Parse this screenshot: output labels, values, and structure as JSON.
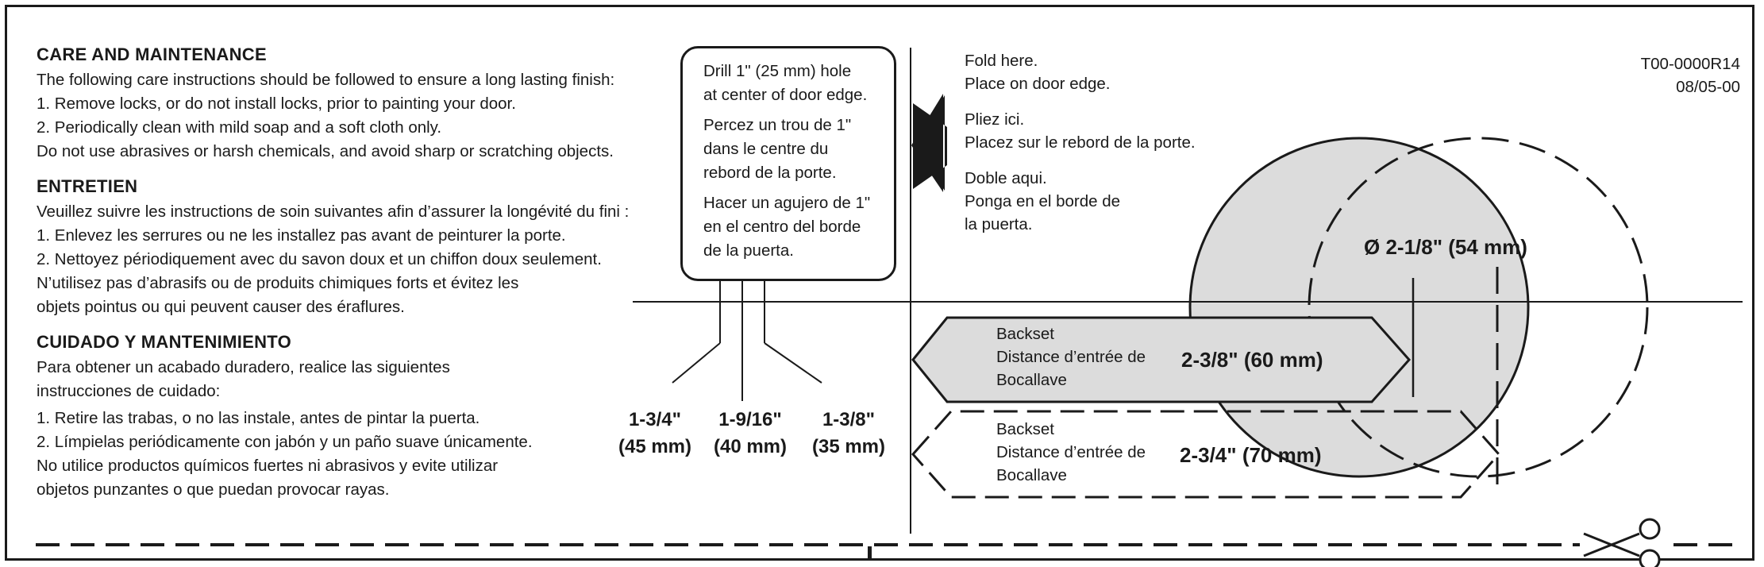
{
  "care": {
    "en_heading": "CARE AND MAINTENANCE",
    "en_lines": [
      "The following care instructions should be followed to ensure a long lasting finish:",
      "1. Remove locks, or do not install locks, prior to painting your door.",
      "2. Periodically clean with mild soap and a soft cloth only.",
      "Do not use abrasives or harsh chemicals, and avoid sharp or scratching objects."
    ],
    "fr_heading": "ENTRETIEN",
    "fr_lines": [
      "Veuillez suivre les instructions de soin suivantes afin d’assurer la longévité du fini :",
      "1. Enlevez les serrures ou ne les installez pas avant de peinturer la porte.",
      "2. Nettoyez périodiquement avec du savon doux et un chiffon doux seulement.",
      "N’utilisez pas d’abrasifs ou de produits chimiques forts et évitez les",
      "objets pointus ou qui peuvent causer des éraflures."
    ],
    "es_heading": "CUIDADO Y MANTENIMIENTO",
    "es_lines": [
      "Para obtener un acabado duradero, realice las siguientes",
      "instrucciones de cuidado:",
      "1. Retire las trabas, o no las instale, antes de pintar la puerta.",
      "2. Límpielas periódicamente con jabón y un paño suave únicamente.",
      "No utilice productos químicos fuertes ni abrasivos y evite utilizar",
      "objetos punzantes o que puedan provocar rayas."
    ]
  },
  "drill": {
    "en": [
      "Drill 1\" (25 mm) hole",
      "at center of door edge."
    ],
    "fr": [
      "Percez un trou de 1\"",
      "dans le centre du",
      "rebord de la porte."
    ],
    "es": [
      "Hacer un agujero de 1\"",
      "en el centro del borde",
      "de la puerta."
    ]
  },
  "door_thickness": [
    {
      "imperial": "1-3/4\"",
      "metric": "(45 mm)"
    },
    {
      "imperial": "1-9/16\"",
      "metric": "(40 mm)"
    },
    {
      "imperial": "1-3/8\"",
      "metric": "(35 mm)"
    }
  ],
  "fold": {
    "en": [
      "Fold here.",
      "Place on door edge."
    ],
    "fr": [
      "Pliez ici.",
      "Placez sur le rebord de la porte."
    ],
    "es": [
      "Doble aqui.",
      "Ponga en el borde de",
      "la puerta."
    ]
  },
  "template_code": {
    "number": "T00-0000R14",
    "date": "08/05-00"
  },
  "bore_diameter": "Ø 2-1/8\" (54 mm)",
  "backset_60": {
    "label_lines": [
      "Backset",
      "Distance d’entrée de",
      "Bocallave"
    ],
    "value": "2-3/8\" (60 mm)"
  },
  "backset_70": {
    "label_lines": [
      "Backset",
      "Distance d’entrée de",
      "Bocallave"
    ],
    "value": "2-3/4\" (70 mm)"
  },
  "colors": {
    "ink": "#1a1a1a",
    "circle_fill": "#dcdcdc",
    "arrow_fill": "#dcdcdc"
  },
  "icons": [
    "left-arrow-icon",
    "scissors-icon"
  ]
}
